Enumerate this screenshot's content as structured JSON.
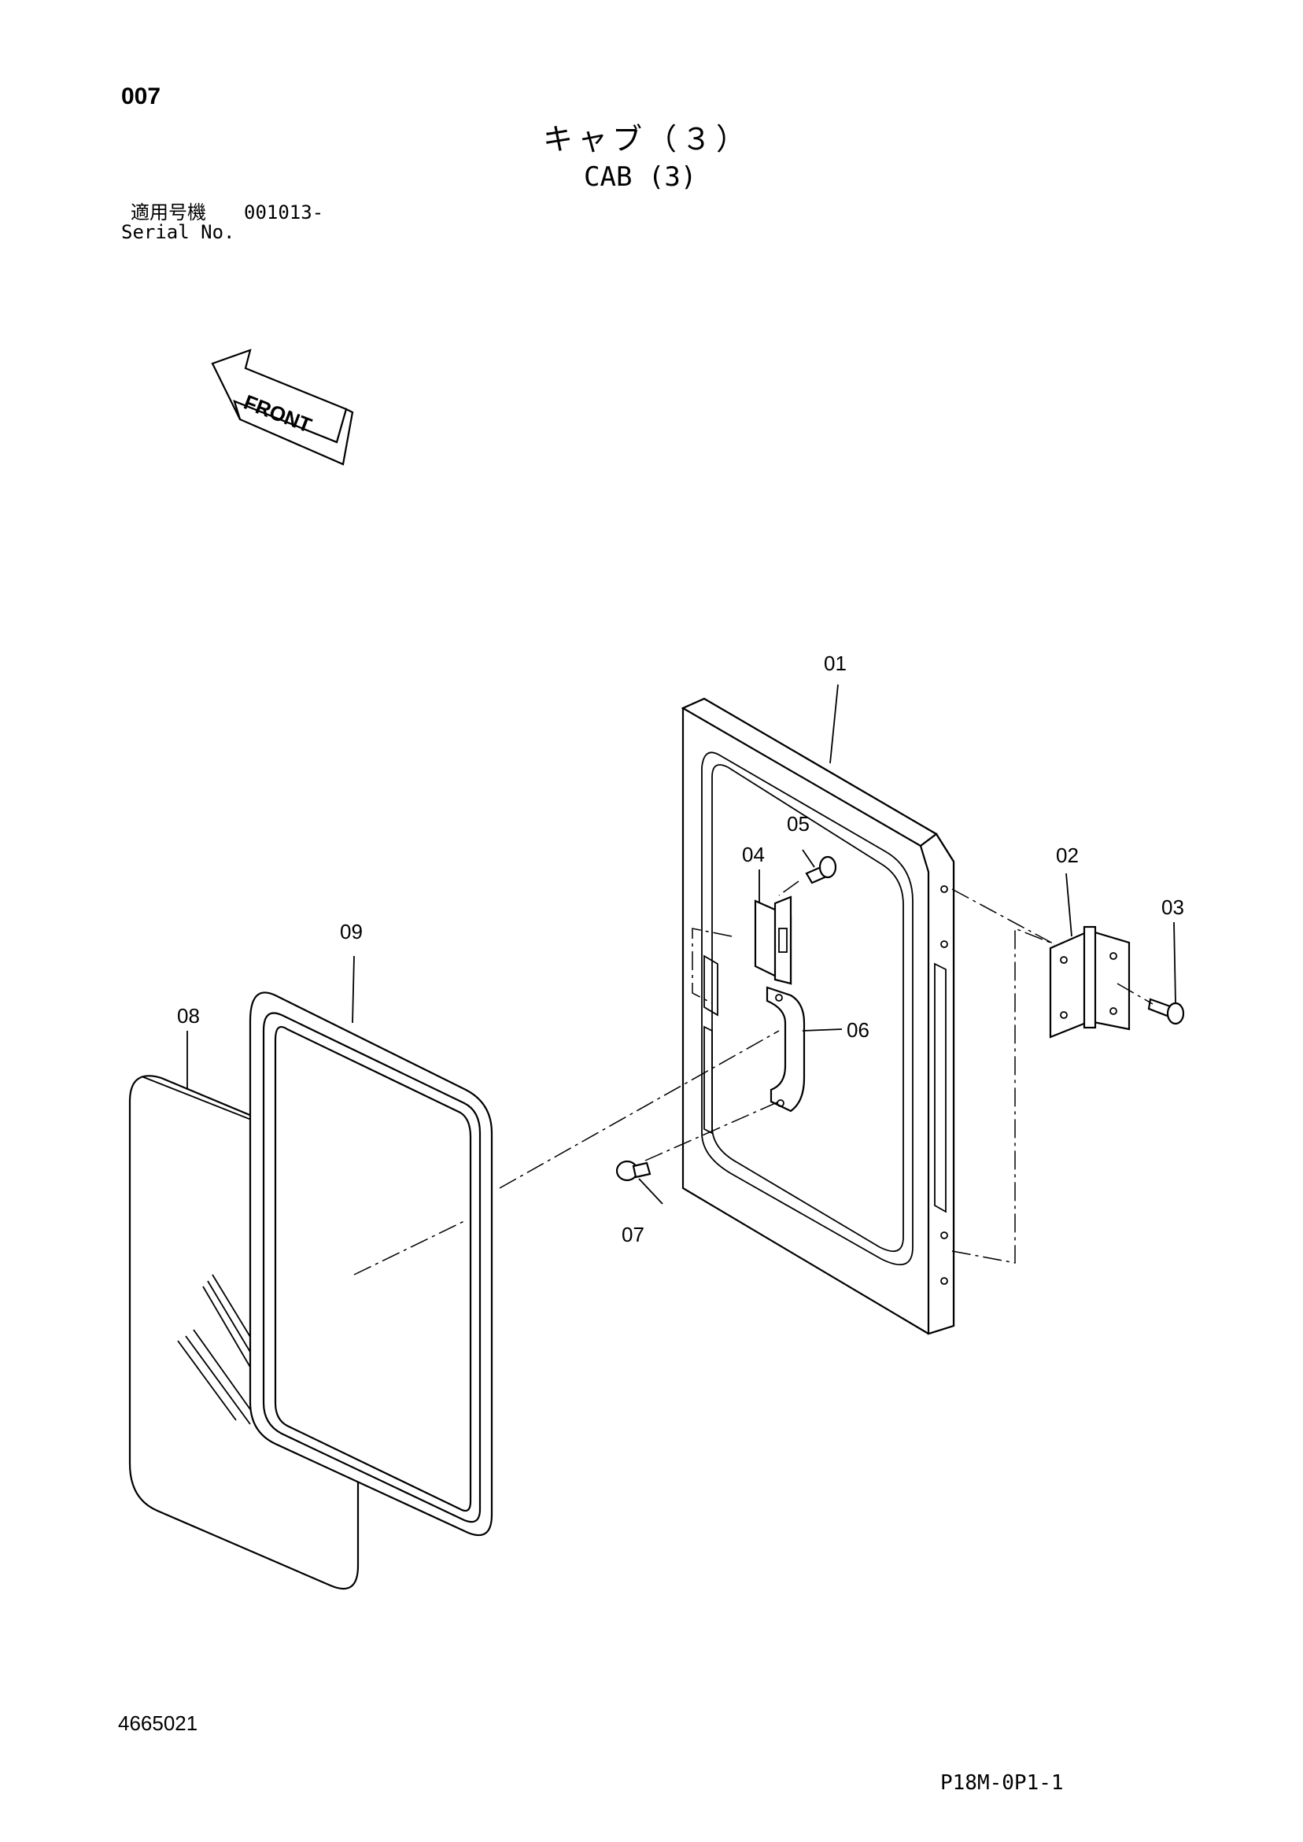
{
  "header": {
    "page_number": "007",
    "title_ja": "キャブ（３）",
    "title_en": "CAB (3)",
    "serial_label_ja": "適用号機",
    "serial_range": "001013-",
    "serial_label_en": "Serial No."
  },
  "front_arrow": {
    "label": "FRONT"
  },
  "parts": [
    {
      "id": "01",
      "name": "door-frame"
    },
    {
      "id": "02",
      "name": "hinge"
    },
    {
      "id": "03",
      "name": "hinge-bolt"
    },
    {
      "id": "04",
      "name": "latch"
    },
    {
      "id": "05",
      "name": "latch-bolt"
    },
    {
      "id": "06",
      "name": "handle"
    },
    {
      "id": "07",
      "name": "handle-bolt"
    },
    {
      "id": "08",
      "name": "glass"
    },
    {
      "id": "09",
      "name": "weatherstrip"
    }
  ],
  "footer": {
    "document_number": "4665021",
    "drawing_code": "P18M-0P1-1"
  }
}
